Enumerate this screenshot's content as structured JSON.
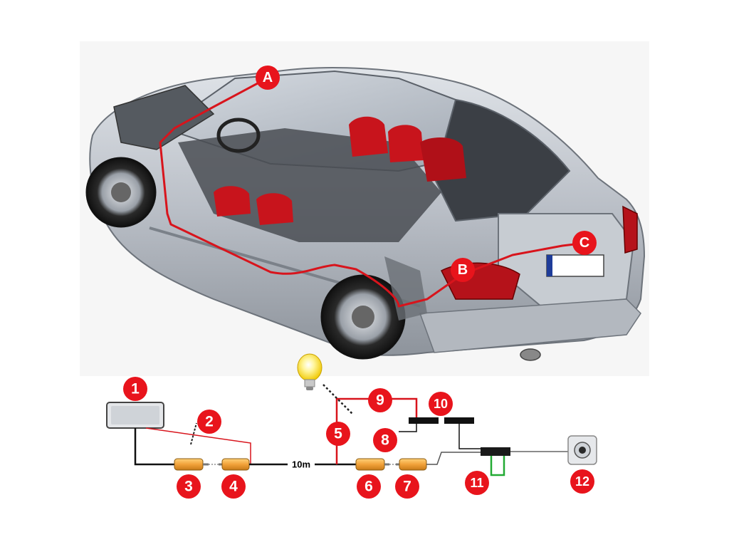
{
  "colors": {
    "badge": "#e8141c",
    "route": "#d8141c",
    "cable": "#111111",
    "connector": "#f2a23a",
    "sync_loop": "#22aa33"
  },
  "route_markers": [
    {
      "id": "A",
      "label": "A"
    },
    {
      "id": "B",
      "label": "B"
    },
    {
      "id": "C",
      "label": "C"
    }
  ],
  "components": [
    {
      "id": "1",
      "label": "1",
      "icon": "monitor-icon"
    },
    {
      "id": "2",
      "label": "2",
      "icon": "power-wire"
    },
    {
      "id": "3",
      "label": "3",
      "icon": "rca-connector-icon"
    },
    {
      "id": "4",
      "label": "4",
      "icon": "rca-connector-icon"
    },
    {
      "id": "5",
      "label": "5",
      "icon": "power-wire"
    },
    {
      "id": "6",
      "label": "6",
      "icon": "rca-connector-icon"
    },
    {
      "id": "7",
      "label": "7",
      "icon": "rca-connector-icon"
    },
    {
      "id": "8",
      "label": "8",
      "icon": "wire-lead"
    },
    {
      "id": "9",
      "label": "9",
      "icon": "power-wire"
    },
    {
      "id": "10",
      "label": "10",
      "icon": "wire-lead"
    },
    {
      "id": "11",
      "label": "11",
      "icon": "junction-box-icon"
    },
    {
      "id": "12",
      "label": "12",
      "icon": "camera-icon"
    }
  ],
  "cable_length": "10m",
  "icons": {
    "bulb": "light-bulb-icon",
    "car": "car-cutaway-illustration"
  }
}
